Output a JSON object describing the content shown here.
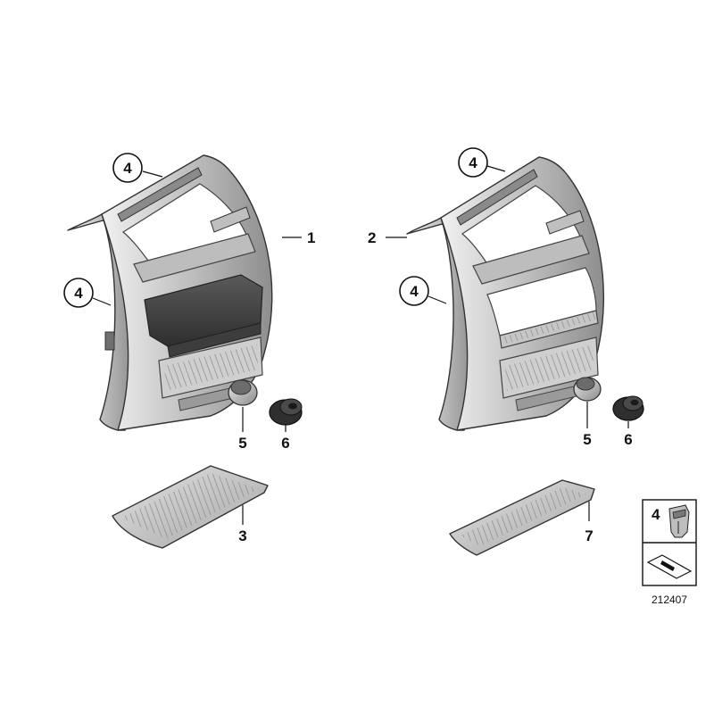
{
  "diagram": {
    "callouts": {
      "clip_top_left": "4",
      "clip_side_left": "4",
      "clip_top_right": "4",
      "clip_side_right": "4"
    },
    "labels": {
      "trim_left": "1",
      "trim_right": "2",
      "cover_left": "3",
      "socket_ring_left": "5",
      "socket_plug_left": "6",
      "socket_ring_right": "5",
      "socket_plug_right": "6",
      "cover_right": "7"
    },
    "legend": {
      "clip_number": "4"
    },
    "diagram_id": "212407"
  }
}
